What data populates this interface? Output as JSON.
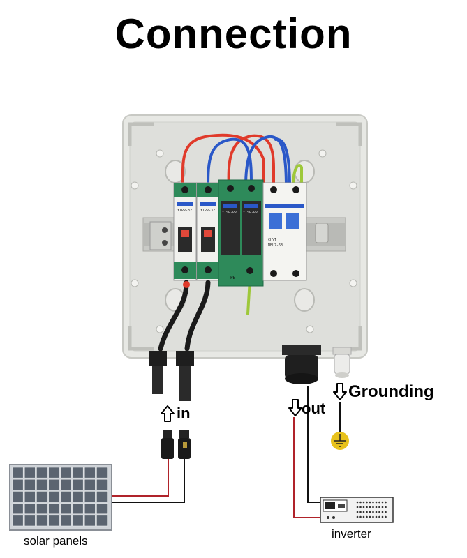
{
  "title": "Connection",
  "labels": {
    "in": "in",
    "out": "out",
    "grounding": "Grounding",
    "solar_panels": "solar panels",
    "inverter": "inverter"
  },
  "device_text": {
    "brand": "CHYT",
    "fuse_model": "YTPV-32",
    "breaker_model": "NBL7-63",
    "spd_model": "YTSP-PV",
    "pe": "PE"
  },
  "colors": {
    "wire_red": "#e03a2a",
    "wire_blue": "#2a58c8",
    "wire_yellow_green": "#9ec83a",
    "din_green": "#2e8a5a",
    "ground_symbol": "#e8c21c",
    "line_red": "#b0232a",
    "line_black": "#111111"
  }
}
